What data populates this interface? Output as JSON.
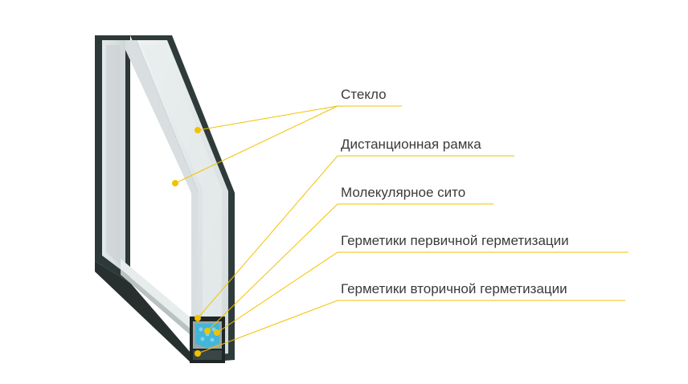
{
  "labels": [
    {
      "text": "Стекло"
    },
    {
      "text": "Дистанционная рамка"
    },
    {
      "text": "Молекулярное сито"
    },
    {
      "text": "Герметики первичной герметизации"
    },
    {
      "text": "Герметики вторичной герметизации"
    }
  ],
  "colors": {
    "leader": "#f2c200",
    "frame": "#2f3a3a",
    "glass": "#dde3e4",
    "sieve": "#44b6d8"
  }
}
